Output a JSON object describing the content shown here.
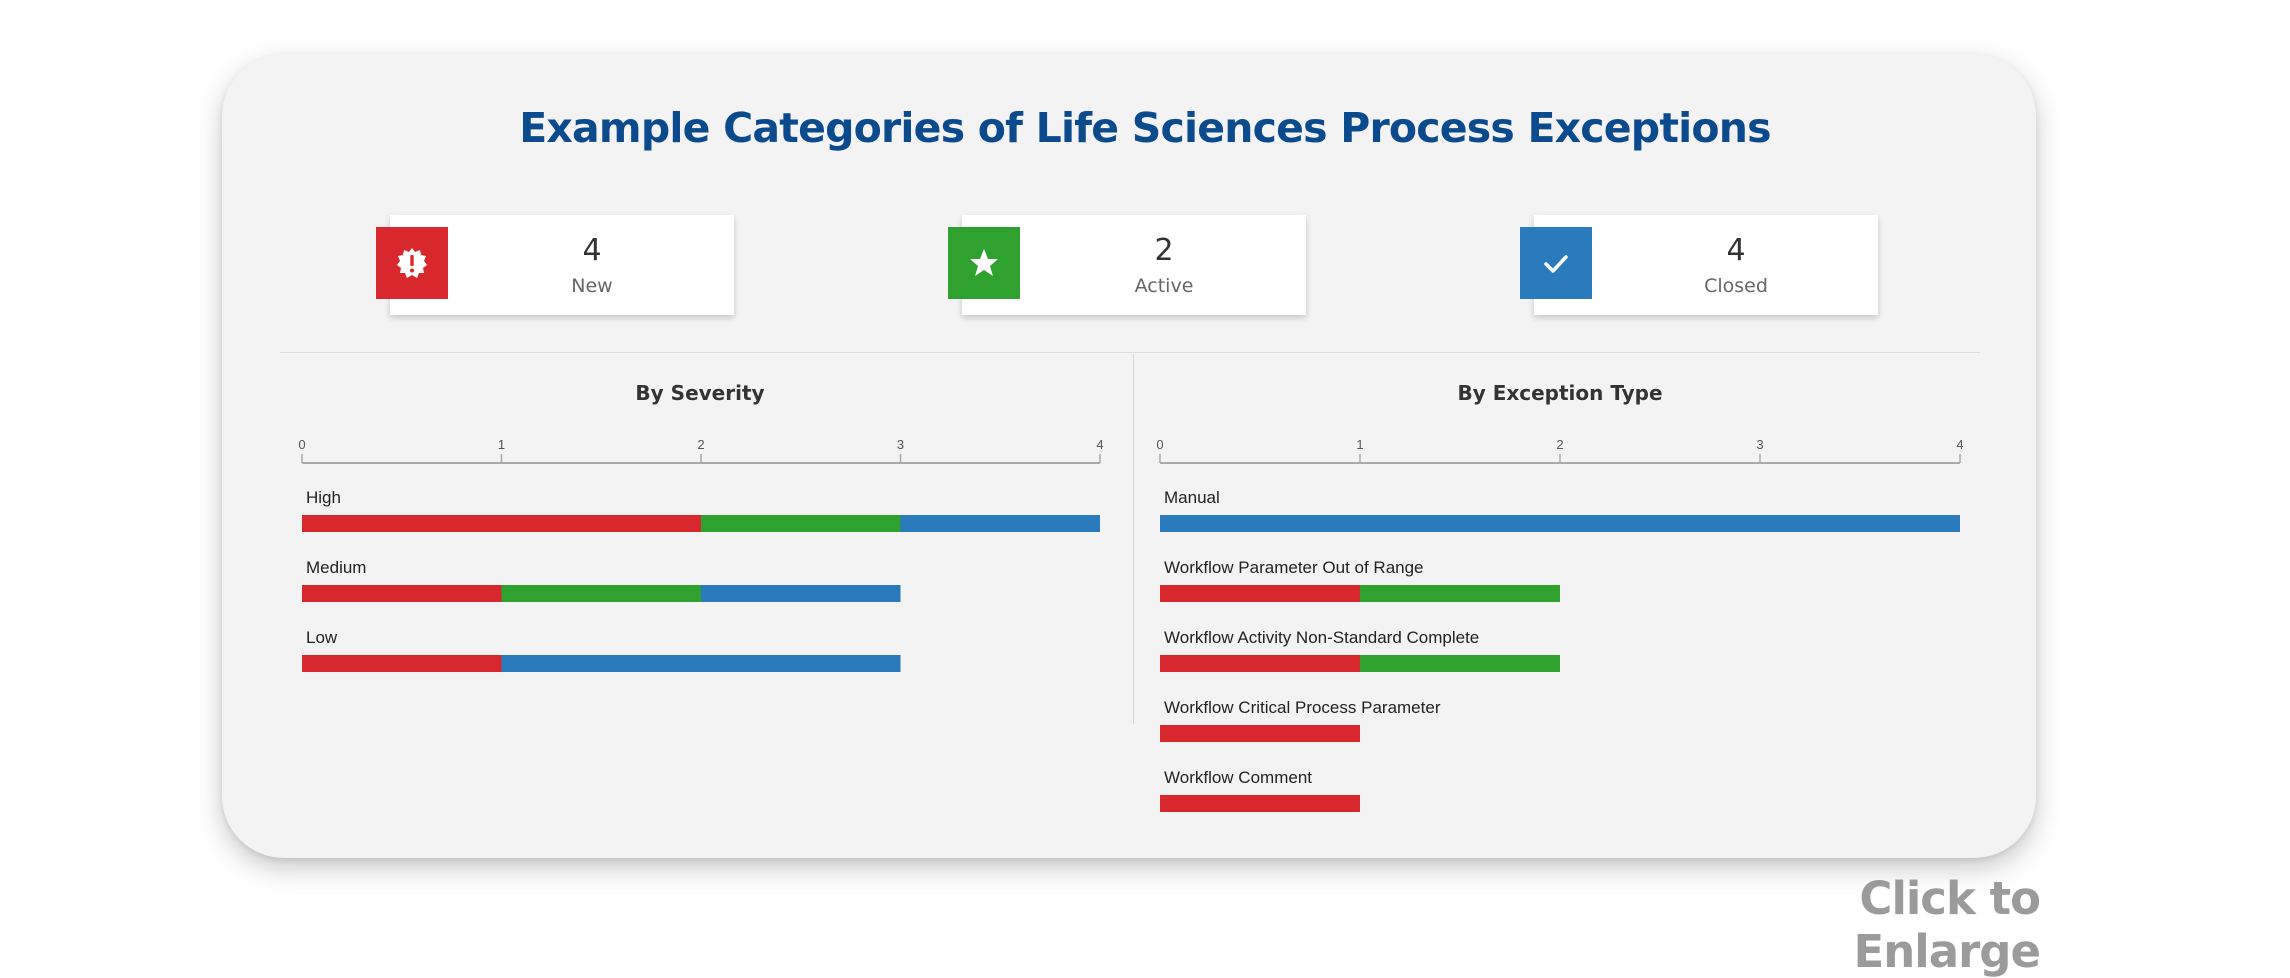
{
  "header": {
    "title": "Example Categories of Life Sciences Process Exceptions"
  },
  "colors": {
    "new": "#d8282e",
    "active": "#2ea12f",
    "closed": "#2a7bbd",
    "title": "#0b4a8c"
  },
  "stats": [
    {
      "value": "4",
      "label": "New",
      "icon": "alert-badge-icon"
    },
    {
      "value": "2",
      "label": "Active",
      "icon": "star-icon"
    },
    {
      "value": "4",
      "label": "Closed",
      "icon": "check-icon"
    }
  ],
  "chart_data": [
    {
      "type": "bar",
      "orientation": "horizontal",
      "stacked": true,
      "title": "By Severity",
      "xlim": [
        0,
        4
      ],
      "ticks": [
        0,
        1,
        2,
        3,
        4
      ],
      "categories": [
        "High",
        "Medium",
        "Low"
      ],
      "series": [
        {
          "status": "new",
          "values": [
            2,
            1,
            1
          ]
        },
        {
          "status": "active",
          "values": [
            1,
            1,
            0
          ]
        },
        {
          "status": "closed",
          "values": [
            1,
            1,
            2
          ]
        }
      ]
    },
    {
      "type": "bar",
      "orientation": "horizontal",
      "stacked": true,
      "title": "By Exception Type",
      "xlim": [
        0,
        4
      ],
      "ticks": [
        0,
        1,
        2,
        3,
        4
      ],
      "categories": [
        "Manual",
        "Workflow Parameter Out of Range",
        "Workflow Activity Non-Standard Complete",
        "Workflow Critical Process Parameter",
        "Workflow Comment"
      ],
      "series": [
        {
          "status": "new",
          "values": [
            0,
            1,
            1,
            1,
            1
          ]
        },
        {
          "status": "active",
          "values": [
            0,
            1,
            1,
            0,
            0
          ]
        },
        {
          "status": "closed",
          "values": [
            4,
            0,
            0,
            0,
            0
          ]
        }
      ]
    }
  ],
  "footer": {
    "enlarge_label": "Click to Enlarge"
  }
}
